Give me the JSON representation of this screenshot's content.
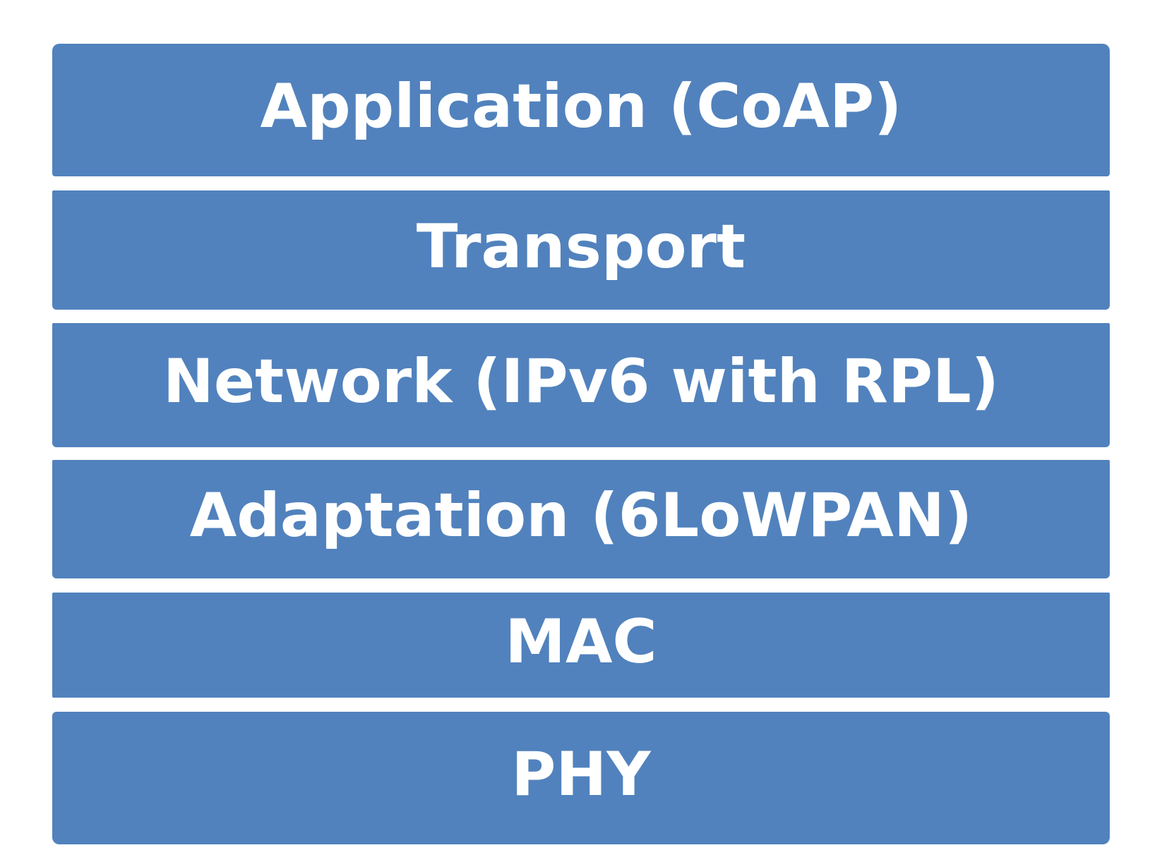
{
  "diagram": {
    "layers": [
      {
        "label": "Application (CoAP)"
      },
      {
        "label": "Transport"
      },
      {
        "label": "Network (IPv6 with RPL)"
      },
      {
        "label": "Adaptation (6LoWPAN)"
      },
      {
        "label": "MAC"
      },
      {
        "label": "PHY"
      }
    ]
  },
  "colors": {
    "layer_fill": "#5182bd",
    "layer_text": "#ffffff",
    "background": "#ffffff"
  }
}
